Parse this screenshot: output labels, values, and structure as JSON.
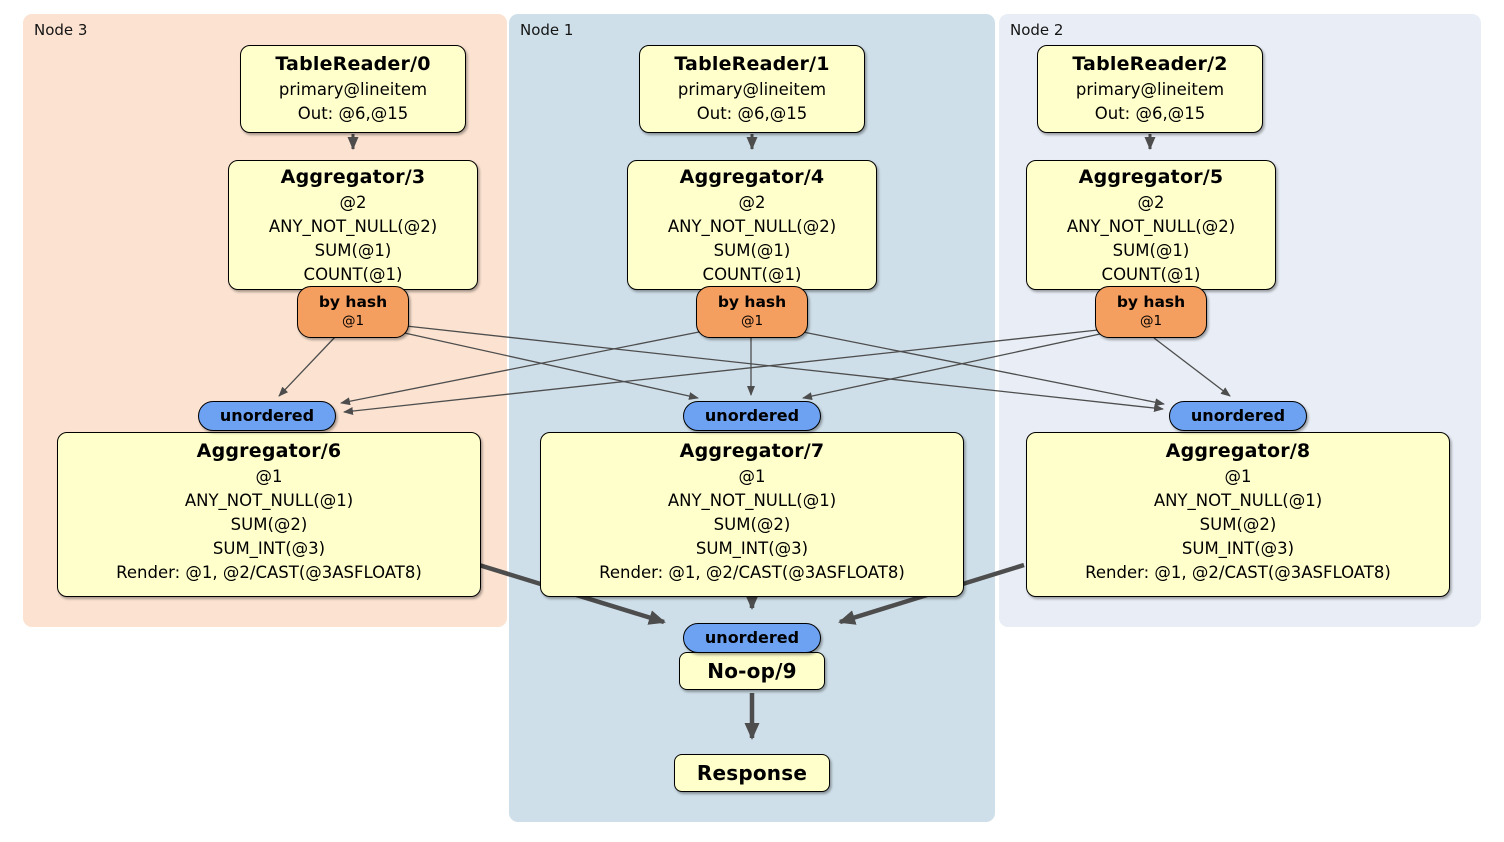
{
  "diagram": {
    "regions": [
      {
        "label": "Node 3"
      },
      {
        "label": "Node 1"
      },
      {
        "label": "Node 2"
      }
    ],
    "colors": {
      "node3_bg": "#fce3d1",
      "node1_bg": "#cfdfe9",
      "node2_bg": "#e9eef6",
      "proc_bg": "#ffffcc",
      "router_bg": "#f49e5f",
      "sync_bg": "#6da1f1",
      "edge": "#4d4d4d"
    },
    "processors": {
      "tr0": {
        "title": "TableReader/0",
        "lines": [
          "primary@lineitem",
          "Out: @6,@15"
        ]
      },
      "tr1": {
        "title": "TableReader/1",
        "lines": [
          "primary@lineitem",
          "Out: @6,@15"
        ]
      },
      "tr2": {
        "title": "TableReader/2",
        "lines": [
          "primary@lineitem",
          "Out: @6,@15"
        ]
      },
      "agg3": {
        "title": "Aggregator/3",
        "lines": [
          "@2",
          "ANY_NOT_NULL(@2)",
          "SUM(@1)",
          "COUNT(@1)"
        ]
      },
      "agg4": {
        "title": "Aggregator/4",
        "lines": [
          "@2",
          "ANY_NOT_NULL(@2)",
          "SUM(@1)",
          "COUNT(@1)"
        ]
      },
      "agg5": {
        "title": "Aggregator/5",
        "lines": [
          "@2",
          "ANY_NOT_NULL(@2)",
          "SUM(@1)",
          "COUNT(@1)"
        ]
      },
      "agg6": {
        "title": "Aggregator/6",
        "lines": [
          "@1",
          "ANY_NOT_NULL(@1)",
          "SUM(@2)",
          "SUM_INT(@3)",
          "Render: @1, @2/CAST(@3ASFLOAT8)"
        ]
      },
      "agg7": {
        "title": "Aggregator/7",
        "lines": [
          "@1",
          "ANY_NOT_NULL(@1)",
          "SUM(@2)",
          "SUM_INT(@3)",
          "Render: @1, @2/CAST(@3ASFLOAT8)"
        ]
      },
      "agg8": {
        "title": "Aggregator/8",
        "lines": [
          "@1",
          "ANY_NOT_NULL(@1)",
          "SUM(@2)",
          "SUM_INT(@3)",
          "Render: @1, @2/CAST(@3ASFLOAT8)"
        ]
      },
      "noop": {
        "title": "No-op/9"
      },
      "response": {
        "title": "Response"
      }
    },
    "routers": {
      "byhash3": {
        "title": "by hash",
        "sub": "@1"
      },
      "byhash4": {
        "title": "by hash",
        "sub": "@1"
      },
      "byhash5": {
        "title": "by hash",
        "sub": "@1"
      }
    },
    "synchronizers": {
      "unordered6": {
        "label": "unordered"
      },
      "unordered7": {
        "label": "unordered"
      },
      "unordered8": {
        "label": "unordered"
      },
      "unordered9": {
        "label": "unordered"
      }
    }
  }
}
